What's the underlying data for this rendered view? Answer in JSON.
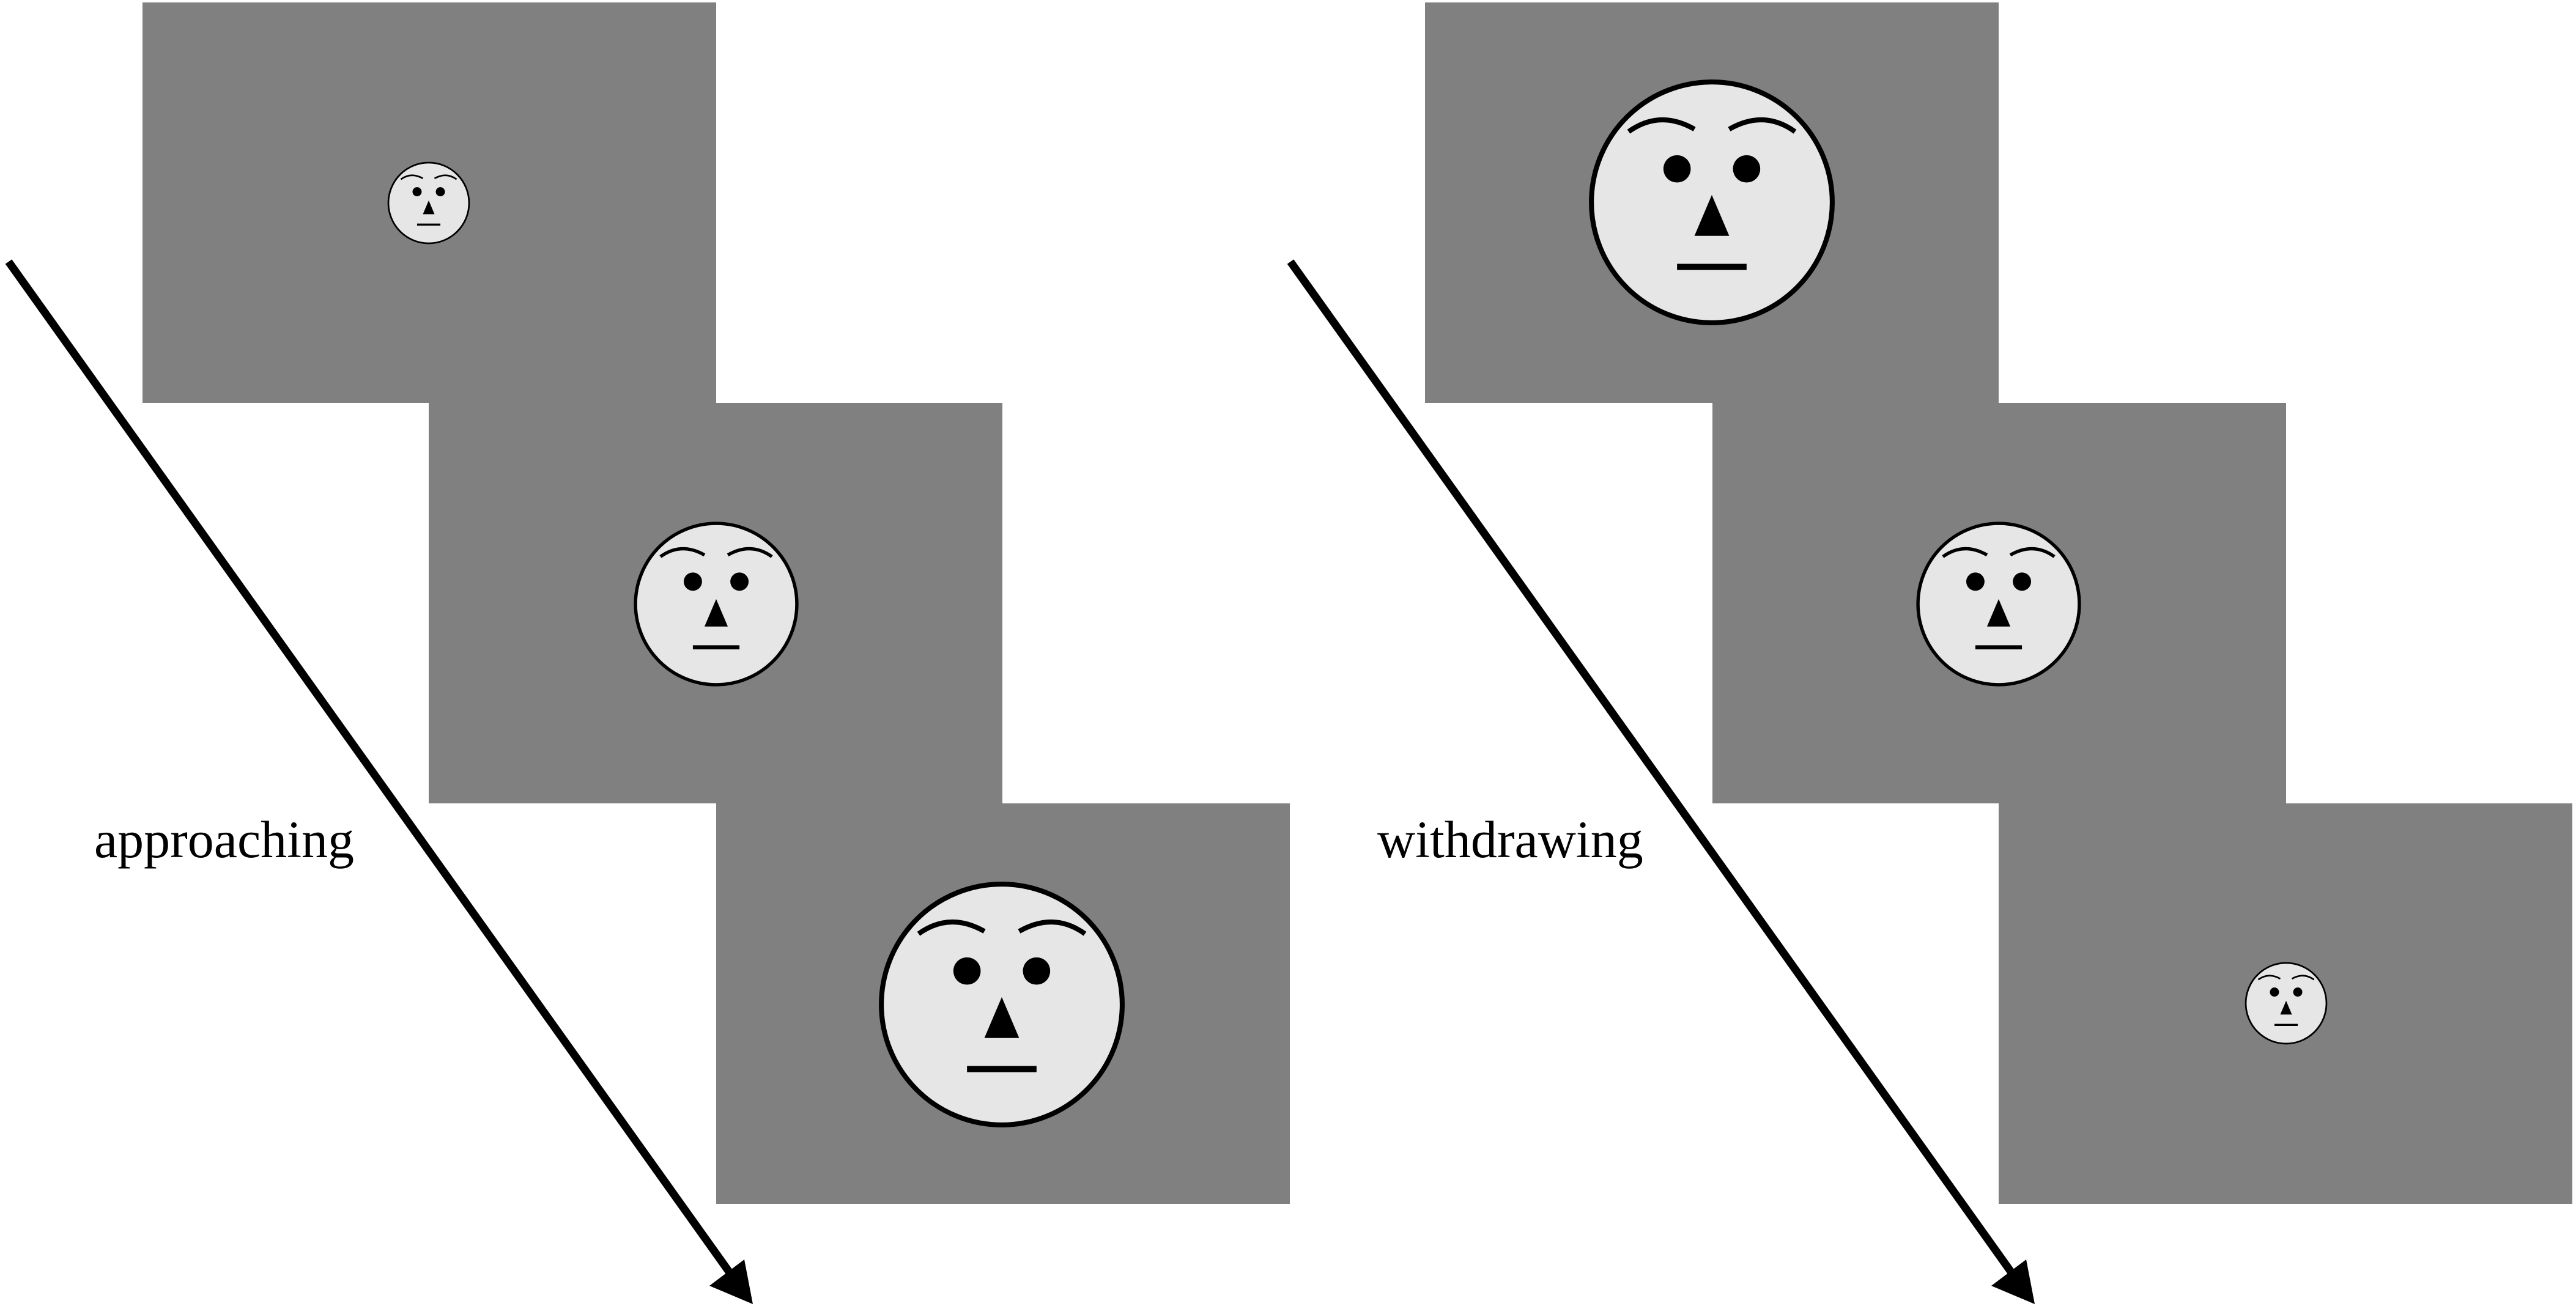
{
  "colors": {
    "background": "#ffffff",
    "panel": "#808080",
    "face_fill": "#e6e6e6",
    "ink": "#000000"
  },
  "sequences": [
    {
      "label": "approaching",
      "frames": [
        {
          "face_scale": "small"
        },
        {
          "face_scale": "medium"
        },
        {
          "face_scale": "large"
        }
      ]
    },
    {
      "label": "withdrawing",
      "frames": [
        {
          "face_scale": "large"
        },
        {
          "face_scale": "medium"
        },
        {
          "face_scale": "small"
        }
      ]
    }
  ]
}
